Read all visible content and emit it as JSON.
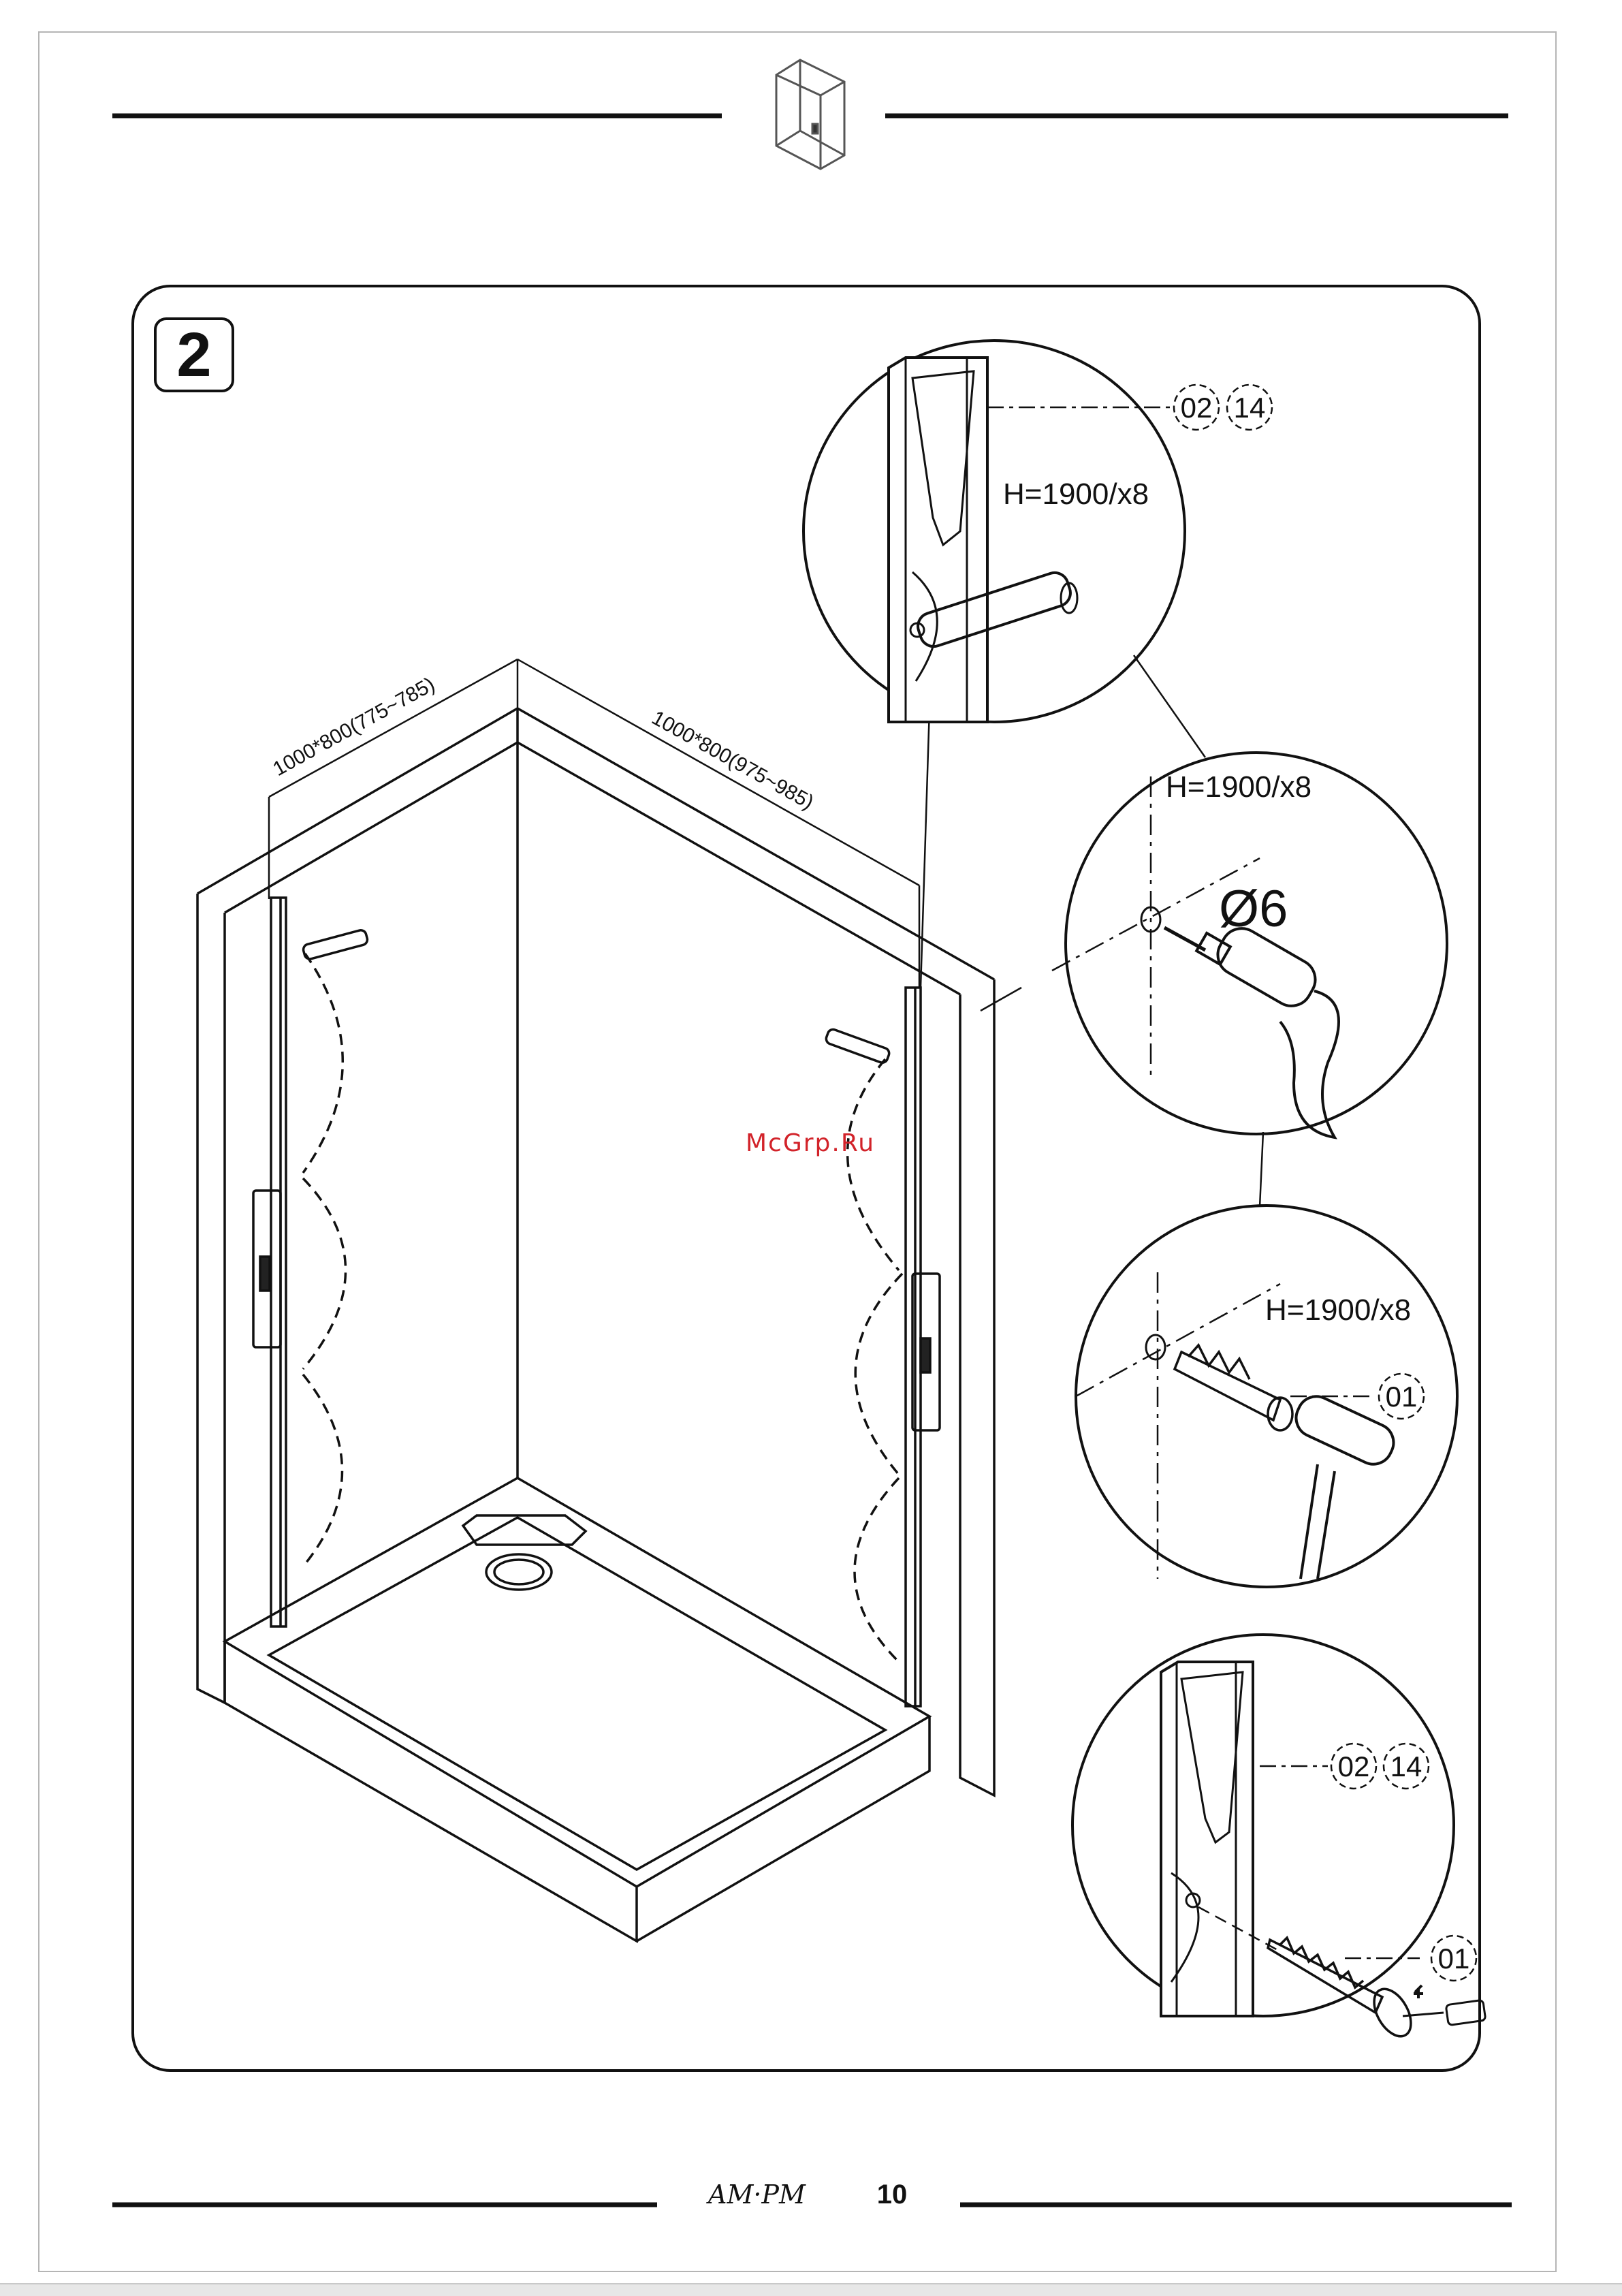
{
  "step": {
    "number": "2"
  },
  "dimensions": {
    "left_wall": "1000*800(775~785)",
    "right_wall": "1000*800(975~985)"
  },
  "callouts": [
    {
      "height_label": "H=1900/x8",
      "parts": [
        "02",
        "14"
      ]
    },
    {
      "height_label": "H=1900/x8",
      "drill": "Ø6"
    },
    {
      "height_label": "H=1900/x8",
      "parts": [
        "01"
      ]
    },
    {
      "parts": [
        "02",
        "14",
        "01"
      ]
    }
  ],
  "watermark": "McGrp.Ru",
  "footer": {
    "brand": "AM·PM",
    "page_number": "10"
  },
  "icons": [
    "shower-cabin-icon",
    "drill-icon",
    "hammer-icon",
    "wall-plug-icon",
    "screw-icon",
    "screwdriver-icon"
  ]
}
